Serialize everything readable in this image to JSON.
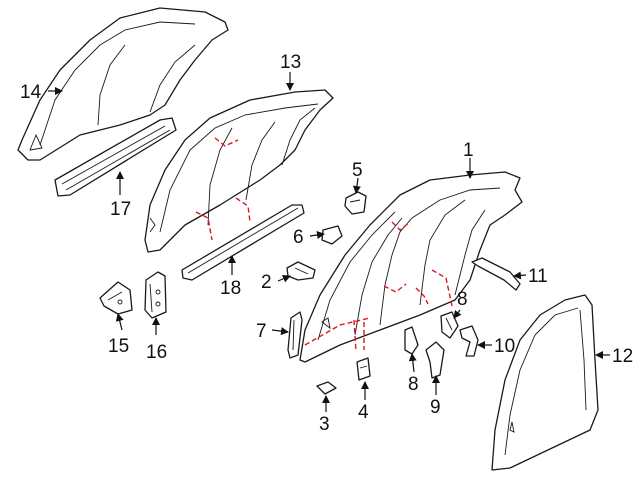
{
  "diagram": {
    "colors": {
      "line": "#1a1a1a",
      "cut_line": "#e0141b",
      "background": "#ffffff"
    },
    "callouts": [
      {
        "id": "c1",
        "label": "1"
      },
      {
        "id": "c2",
        "label": "2"
      },
      {
        "id": "c3",
        "label": "3"
      },
      {
        "id": "c4",
        "label": "4"
      },
      {
        "id": "c5",
        "label": "5"
      },
      {
        "id": "c6",
        "label": "6"
      },
      {
        "id": "c7",
        "label": "7"
      },
      {
        "id": "c8a",
        "label": "8"
      },
      {
        "id": "c8b",
        "label": "8"
      },
      {
        "id": "c9",
        "label": "9"
      },
      {
        "id": "c10",
        "label": "10"
      },
      {
        "id": "c11",
        "label": "11"
      },
      {
        "id": "c12",
        "label": "12"
      },
      {
        "id": "c13",
        "label": "13"
      },
      {
        "id": "c14",
        "label": "14"
      },
      {
        "id": "c15",
        "label": "15"
      },
      {
        "id": "c16",
        "label": "16"
      },
      {
        "id": "c17",
        "label": "17"
      },
      {
        "id": "c18",
        "label": "18"
      }
    ]
  }
}
